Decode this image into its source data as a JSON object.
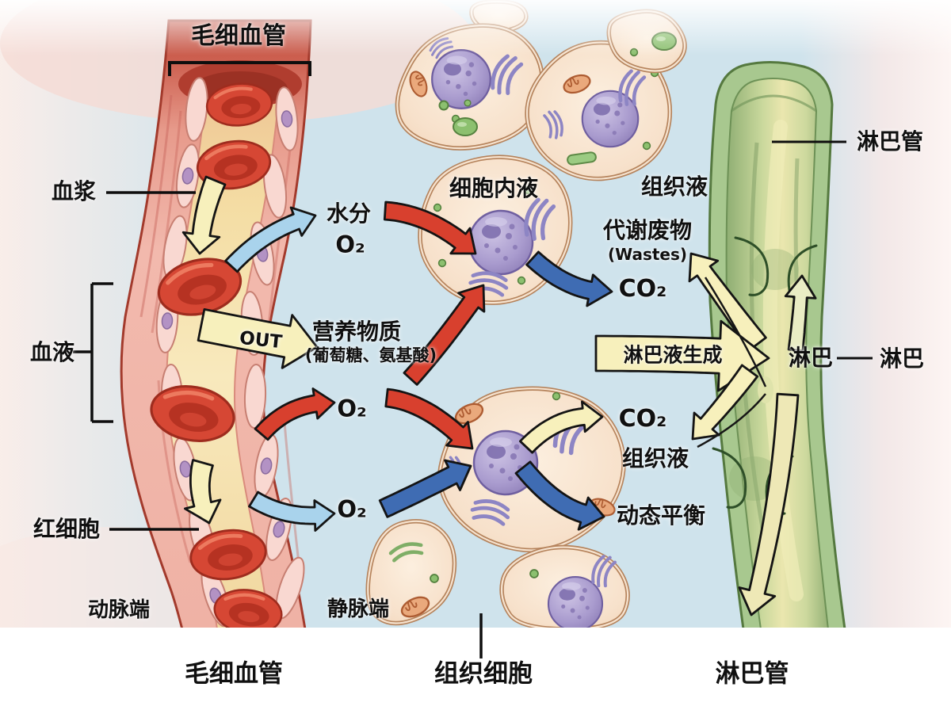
{
  "labels": {
    "capillary_top": "毛细血管",
    "plasma": "血浆",
    "blood": "血液",
    "red_cell": "红细胞",
    "arterial_end": "动脉端",
    "venous_end": "静脉端",
    "water": "水分",
    "o2_water": "O₂",
    "out": "OUT",
    "nutrients": "营养物质",
    "nutrients_detail": "(葡萄糖、氨基酸)",
    "intracellular_fluid": "细胞内液",
    "tissue_fluid_upper": "组织液",
    "metabolic_waste": "代谢废物",
    "metabolic_waste_en": "(Wastes)",
    "co2_upper": "CO₂",
    "o2_arterial": "O₂",
    "o2_venous": "O₂",
    "co2_lower": "CO₂",
    "tissue_fluid_lower": "组织液",
    "dynamic_balance": "动态平衡",
    "lymph_formation": "淋巴液生成",
    "lymph_in_vessel": "淋巴",
    "lymph": "淋巴",
    "lymph_vessel_right": "淋巴管",
    "capillary_bottom": "毛细血管",
    "tissue_cells": "组织细胞",
    "lymph_vessel_bottom": "淋巴管"
  },
  "colors": {
    "background_blue": "#cfe3ec",
    "capillary_red": "#c0392b",
    "plasma_yellow": "#f6e3ae",
    "lymph_green": "#a3c48b",
    "arrow_red": "#d8402e",
    "arrow_blue": "#3f6cb3",
    "arrow_light_blue": "#a9d3ec",
    "arrow_yellow": "#f7f0bc"
  }
}
